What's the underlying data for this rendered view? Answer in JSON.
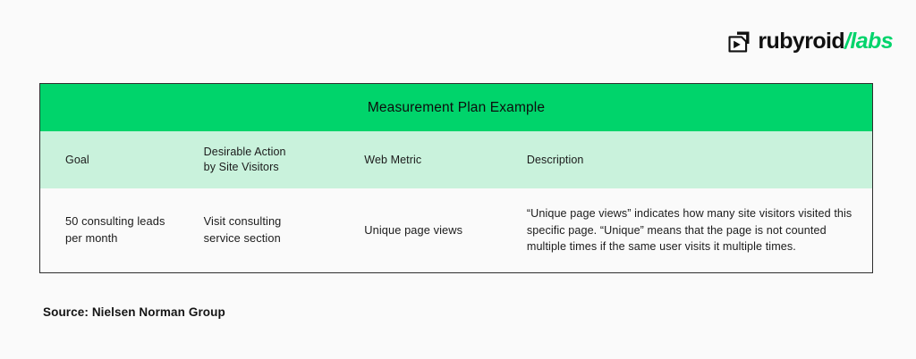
{
  "brand": {
    "mark_icon": "rubyroid-diamond-icon",
    "name": "rubyroid",
    "slash": "/",
    "accent": "labs",
    "accent_color": "#00d46b"
  },
  "table": {
    "title": "Measurement Plan Example",
    "title_bg": "#00d46b",
    "header_bg": "#c9f2dc",
    "body_bg": "#fafafa",
    "border_color": "#2e2e2e",
    "columns": [
      {
        "label": "Goal"
      },
      {
        "label": "Desirable Action\nby Site Visitors",
        "line1": "Desirable Action",
        "line2": "by Site Visitors"
      },
      {
        "label": "Web Metric"
      },
      {
        "label": "Description"
      }
    ],
    "rows": [
      {
        "goal": "50 consulting leads per month",
        "goal_line1": "50 consulting leads",
        "goal_line2": "per month",
        "action": "Visit consulting service section",
        "action_line1": "Visit consulting",
        "action_line2": "service section",
        "metric": "Unique page views",
        "description": "“Unique page views” indicates how many site visitors visited this specific page. “Unique” means that the page is not counted multiple times if the same user visits it multiple times."
      }
    ]
  },
  "footer": {
    "source": "Source: Nielsen Norman Group"
  }
}
